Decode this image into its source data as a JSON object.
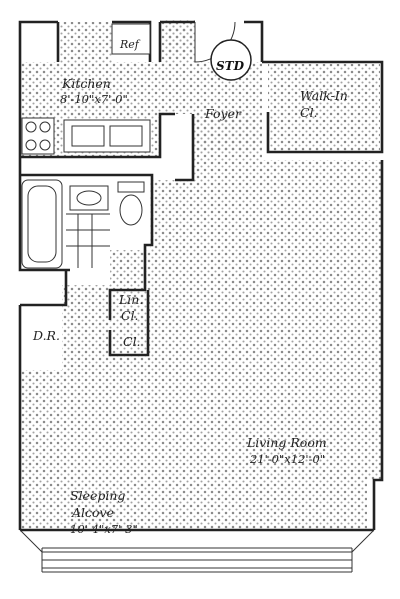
{
  "plan": {
    "rooms": {
      "kitchen": {
        "name": "Kitchen",
        "dims": "8'-10\"x7'-0\""
      },
      "foyer": {
        "name": "Foyer"
      },
      "walk_in": {
        "name": "Walk-In",
        "suffix": "Cl."
      },
      "living_room": {
        "name": "Living Room",
        "dims": "21'-0\"x12'-0\""
      },
      "sleeping_alcove": {
        "name": "Sleeping",
        "name2": "Alcove",
        "dims": "10'-4\"x7'-3\""
      },
      "dining": {
        "name": "D.R."
      },
      "linen_closet": {
        "name": "Lin.",
        "suffix": "Cl."
      },
      "closet": {
        "name": "Cl."
      }
    },
    "fixtures": {
      "refrigerator": "Ref",
      "stand": "STD"
    },
    "colors": {
      "wall": "#222222",
      "dot_fill": "#8a8a8a",
      "background": "#ffffff"
    }
  }
}
